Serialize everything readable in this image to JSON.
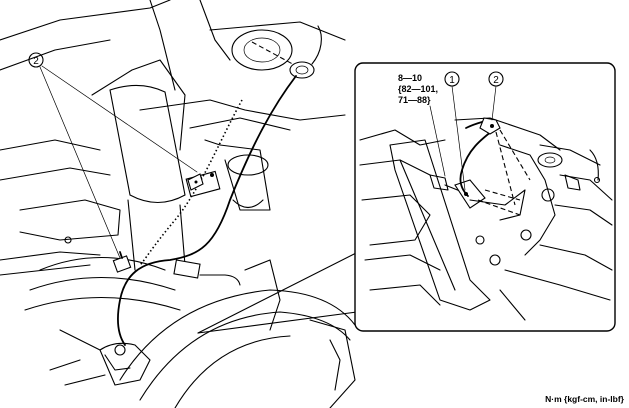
{
  "callouts": {
    "main_left": "2",
    "inset_one": "1",
    "inset_two": "2"
  },
  "torque": {
    "line1": "8—10",
    "line2": "{82—101,",
    "line3": "71—88}"
  },
  "units": "N·m {kgf-cm, in-lbf}"
}
